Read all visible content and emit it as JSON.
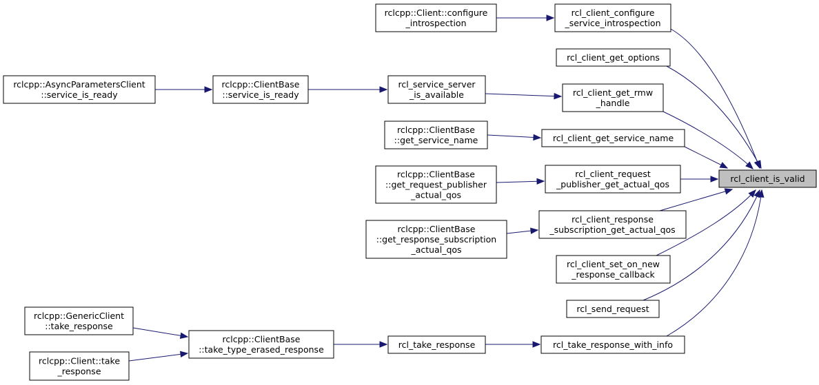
{
  "nodes": {
    "n0": {
      "lines": [
        "rcl_client_is_valid"
      ]
    },
    "n1": {
      "lines": [
        "rcl_client_configure",
        "_service_introspection"
      ]
    },
    "n2": {
      "lines": [
        "rclcpp::Client::configure",
        "_introspection"
      ]
    },
    "n3": {
      "lines": [
        "rcl_client_get_options"
      ]
    },
    "n4": {
      "lines": [
        "rcl_client_get_rmw",
        "_handle"
      ]
    },
    "n5": {
      "lines": [
        "rcl_service_server",
        "_is_available"
      ]
    },
    "n6": {
      "lines": [
        "rclcpp::ClientBase",
        "::service_is_ready"
      ]
    },
    "n7": {
      "lines": [
        "rclcpp::AsyncParametersClient",
        "::service_is_ready"
      ]
    },
    "n8": {
      "lines": [
        "rcl_client_get_service_name"
      ]
    },
    "n9": {
      "lines": [
        "rclcpp::ClientBase",
        "::get_service_name"
      ]
    },
    "n10": {
      "lines": [
        "rcl_client_request",
        "_publisher_get_actual_qos"
      ]
    },
    "n11": {
      "lines": [
        "rclcpp::ClientBase",
        "::get_request_publisher",
        "_actual_qos"
      ]
    },
    "n12": {
      "lines": [
        "rcl_client_response",
        "_subscription_get_actual_qos"
      ]
    },
    "n13": {
      "lines": [
        "rclcpp::ClientBase",
        "::get_response_subscription",
        "_actual_qos"
      ]
    },
    "n14": {
      "lines": [
        "rcl_client_set_on_new",
        "_response_callback"
      ]
    },
    "n15": {
      "lines": [
        "rcl_send_request"
      ]
    },
    "n16": {
      "lines": [
        "rcl_take_response_with_info"
      ]
    },
    "n17": {
      "lines": [
        "rcl_take_response"
      ]
    },
    "n18": {
      "lines": [
        "rclcpp::ClientBase",
        "::take_type_erased_response"
      ]
    },
    "n19": {
      "lines": [
        "rclcpp::GenericClient",
        "::take_response"
      ]
    },
    "n20": {
      "lines": [
        "rclcpp::Client::take",
        "_response"
      ]
    }
  },
  "edges": [
    {
      "from": "n1",
      "to": "n0"
    },
    {
      "from": "n2",
      "to": "n1"
    },
    {
      "from": "n3",
      "to": "n0"
    },
    {
      "from": "n4",
      "to": "n0"
    },
    {
      "from": "n5",
      "to": "n4"
    },
    {
      "from": "n6",
      "to": "n5"
    },
    {
      "from": "n7",
      "to": "n6"
    },
    {
      "from": "n8",
      "to": "n0"
    },
    {
      "from": "n9",
      "to": "n8"
    },
    {
      "from": "n10",
      "to": "n0"
    },
    {
      "from": "n11",
      "to": "n10"
    },
    {
      "from": "n12",
      "to": "n0"
    },
    {
      "from": "n13",
      "to": "n12"
    },
    {
      "from": "n14",
      "to": "n0"
    },
    {
      "from": "n15",
      "to": "n0"
    },
    {
      "from": "n16",
      "to": "n0"
    },
    {
      "from": "n17",
      "to": "n16"
    },
    {
      "from": "n18",
      "to": "n17"
    },
    {
      "from": "n19",
      "to": "n18"
    },
    {
      "from": "n20",
      "to": "n18"
    }
  ],
  "colors": {
    "edge": "#191970",
    "highlight_fill": "#bfbfbf",
    "node_border": "#000000"
  }
}
